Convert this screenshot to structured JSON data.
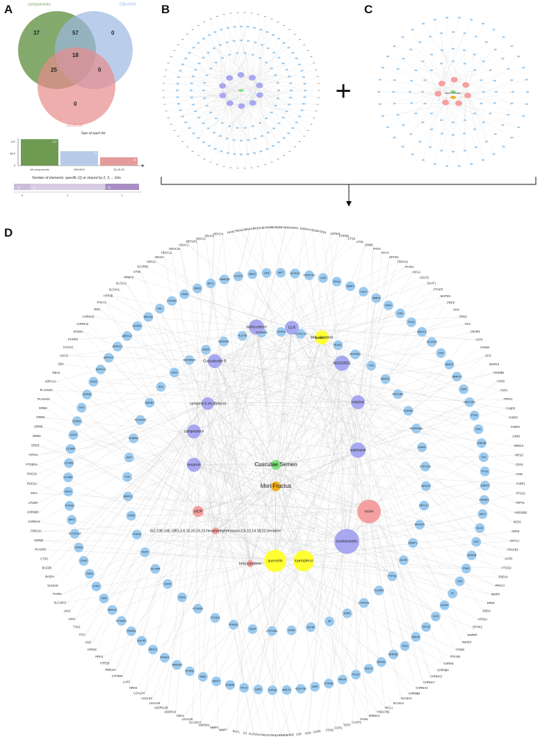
{
  "panels": {
    "a": "A",
    "b": "B",
    "c": "C",
    "d": "D"
  },
  "venn": {
    "set_labels": [
      "components",
      "OB≥30%",
      "DL≥0.18"
    ],
    "colors": [
      "#6e9a52",
      "#9db8e3",
      "#e88b8b"
    ],
    "regions": {
      "components_only": "37",
      "components_ob": "57",
      "ob_only": "0",
      "all": "18",
      "components_dl": "25",
      "ob_dl": "0",
      "dl_only": "0"
    }
  },
  "bar": {
    "title": "Size of each list",
    "yticks": [
      "137",
      "68.5",
      "0"
    ],
    "bars": [
      {
        "label": "All components",
        "value": 137,
        "text": "137",
        "color": "#6e9a52"
      },
      {
        "label": "OB≥30%",
        "value": 75,
        "text": "75",
        "color": "#b7cbe9"
      },
      {
        "label": "DL≥0.18",
        "value": 43,
        "text": "43",
        "color": "#e49b9b"
      }
    ],
    "xlabel": "Number of elements: specific (1) or shared by 2, 3, ... lists",
    "strip": [
      {
        "label": "18",
        "share": 0.13,
        "color": "#cbbcd9"
      },
      {
        "label": "82",
        "share": 0.6,
        "color": "#d8cbe4"
      },
      {
        "label": "37",
        "share": 0.27,
        "color": "#a88ec4"
      }
    ],
    "strip_ticks": [
      "3",
      "2",
      "1"
    ]
  },
  "network_c": {
    "labels": [
      "Mori Fructus"
    ]
  },
  "plus": "+",
  "network_d": {
    "hub_labels": {
      "cuscutae": "Cuscutae Semen",
      "mori": "Mori Fructus"
    },
    "compounds": [
      {
        "name": "isofucosterol",
        "color": "#a8a8f0"
      },
      {
        "name": "CLR",
        "color": "#a8a8f0"
      },
      {
        "name": "beta-sitosterol",
        "color": "#ffff33"
      },
      {
        "name": "Cuscutoside B",
        "color": "#a8a8f0"
      },
      {
        "name": "NSC63551",
        "color": "#a8a8f0"
      },
      {
        "name": "campest-5-en-3beta-ol",
        "color": "#a8a8f0"
      },
      {
        "name": "matrine",
        "color": "#a8a8f0"
      },
      {
        "name": "campesterol",
        "color": "#a8a8f0"
      },
      {
        "name": "sophranol",
        "color": "#a8a8f0"
      },
      {
        "name": "sesamin",
        "color": "#a8a8f0"
      },
      {
        "name": "morin",
        "color": "#f5a0a0"
      },
      {
        "name": "sitDP",
        "color": "#f5a0a0"
      },
      {
        "name": "isorhamnetin",
        "color": "#a8a8f0"
      },
      {
        "name": "(6Z,10E,14E,18E)-2,6,10,15,19,23-hexamethyltetracosa-2,6,10,14,18,22-hexaene",
        "color": "#f5a0a0"
      },
      {
        "name": "beta-carotene",
        "color": "#f5a0a0"
      },
      {
        "name": "quercetin",
        "color": "#ffff33"
      },
      {
        "name": "kaempferol",
        "color": "#ffff33"
      }
    ],
    "inner_targets": [
      "SIGMAR1",
      "RORA",
      "CYP2C19",
      "SREBF2",
      "RORC",
      "AKR1B10",
      "TYR",
      "BACE1",
      "HSD11B1",
      "CHRM2",
      "SERPINA6",
      "SHBG",
      "CYP17A1",
      "NR1H3",
      "NPC1L1",
      "HMGCR",
      "PARP1",
      "ACHE",
      "PTPN1",
      "SLC6A2",
      "CYP51A1",
      "ESR1",
      "AR",
      "BCHE",
      "ESR2",
      "CYP19A1",
      "SQLE",
      "PPARA",
      "PTGES",
      "PTGER2",
      "CES2",
      "OXPD",
      "SLC6A4",
      "TERT",
      "TNKS2",
      "CD36",
      "MMP12",
      "TTR",
      "APP",
      "ESRRA",
      "PLA2G1B",
      "ABCB1",
      "ALK",
      "CA14",
      "ADORA2A",
      "DRD4",
      "ADORA1",
      "ALOX5"
    ],
    "mid_targets": [
      "MET",
      "ALOX12",
      "CSNK2A1",
      "CA9",
      "PKN1",
      "MMP2",
      "CA12",
      "MMP9",
      "CDK1",
      "CA6",
      "PLK1",
      "ABCC1",
      "ALOX15",
      "CA3",
      "MMP3",
      "MMP13",
      "KDR",
      "HSD17B2",
      "PTK2",
      "SRC",
      "GSK3B",
      "CA1",
      "PYGL",
      "DAPK1",
      "PIK3R1",
      "MPO",
      "GLO1",
      "CA7",
      "AURKB",
      "PIM1",
      "CA2",
      "F2",
      "EGFR",
      "FLT3",
      "IGF1R",
      "MAOA",
      "XDH",
      "AKR1B1",
      "AVPR2",
      "NOX4",
      "POLB",
      "NR1I3",
      "PTPN6",
      "AHR",
      "HSD17B1",
      "APEX1",
      "TOP2A",
      "INSR",
      "NYLK",
      "KDM4E",
      "MAPT",
      "MME",
      "PTPN2",
      "SRD5A2",
      "PPARG",
      "NR3C1",
      "DHCR7",
      "PPARD",
      "PTGDR1",
      "NR1H2",
      "VDR",
      "TOP1",
      "TNKS",
      "CDK2",
      "CDK6",
      "SLC22A12",
      "MPG",
      "PTPRS",
      "ARG1",
      "CCNB2",
      "CCNB1",
      "CCNB3",
      "CDK5",
      "CDKN1",
      "SYK",
      "GPR35",
      "CA13",
      "AKR1C4",
      "AKR1C3",
      "AKR1C1",
      "AKR1C2",
      "NUAK1",
      "ABCG2",
      "AXL",
      "CYP1B1",
      "CA5A",
      "NEK6",
      "AKT1",
      "CAMK2B",
      "CXCR1",
      "NEK2",
      "CA4"
    ],
    "outer_targets": [
      "HDAC3",
      "HDAC8",
      "HDAC6",
      "CHRM5",
      "CHRM4",
      "CHRM3",
      "DPP4",
      "DPP8",
      "HTR1D",
      "HTR1B",
      "OPRM1",
      "CHRM1",
      "CTSS",
      "CTSL",
      "GRM5",
      "PAOX",
      "NAAA",
      "EPHX1",
      "TBXAS1",
      "FFAR1",
      "HIF1A",
      "SOAT2",
      "SOAT1",
      "PTAFR",
      "MAPK9",
      "PREP",
      "SHH",
      "DRD2",
      "PLG",
      "CRHR1",
      "ACP1",
      "PTPRF",
      "SCD",
      "MAPK3",
      "HSD3B1",
      "FNTB",
      "FNTA",
      "TRPA1",
      "FABP5",
      "FABP3",
      "FABP4",
      "CNR1",
      "NR5C2",
      "NR1I2",
      "CES1",
      "PGR",
      "FABP1",
      "PTGS1",
      "TRPV1",
      "HSD11B2",
      "NOS2",
      "GRK6",
      "AMY1A",
      "PFKFB3",
      "CFFR",
      "PTGS2",
      "PDE4A",
      "PRKCA",
      "MMP8",
      "DRD1",
      "DRD4",
      "HTR3A",
      "EPHX2",
      "DNPEP",
      "PNPEP",
      "ITGB3",
      "ITGA2B",
      "CHRM1",
      "CHRNB4",
      "CHRNA3",
      "CHRNA7",
      "CHRNA4",
      "CHRNB2",
      "SLC6A3",
      "SLC6A2",
      "MCL1",
      "HSD17B2",
      "SRD5A1",
      "FASN",
      "CASP3",
      "TERT",
      "CCR1",
      "CCN2",
      "CCR5",
      "GCR",
      "CSF",
      "SHBG",
      "CHRNE1",
      "KCNK1",
      "CNR2",
      "SLC5A1",
      "IL2",
      "SCF1",
      "MMP7",
      "MMP1",
      "IMPDH1",
      "SLC29A1",
      "LGALS9",
      "CMA1",
      "ADORA3",
      "ADORA2B",
      "LGALS8",
      "LGALS3",
      "LGALS4",
      "HRH4",
      "LAP3",
      "CYP2D6",
      "PDE11A",
      "HTR2B",
      "HRH1",
      "HTR2C",
      "AGE",
      "PGC",
      "TYK2",
      "JAK2",
      "JAK3",
      "SLC18A3",
      "TAOR1",
      "SLC6A9",
      "BAZ2A",
      "BAZ2B",
      "CTSC",
      "PLA2G5",
      "ADRB2",
      "PDE10A",
      "CHRNA6",
      "CHRNB3",
      "UTS2R",
      "JAK1",
      "ROCK1",
      "ROCK2",
      "PTGER4",
      "HTR1A",
      "DRD3",
      "GRM2",
      "GRM8",
      "GRM6",
      "GRM3",
      "PLA2G10",
      "PLA2G2C",
      "ADRA1A",
      "GBA2",
      "GBA",
      "UGCG",
      "KCNA5",
      "KCNH2",
      "SCN5A",
      "CHRNA2",
      "CHRNA5",
      "REN",
      "FUCA1",
      "HTR3B",
      "SLC4A1",
      "SLC2A2",
      "PRMT3",
      "CTSK",
      "SCARB1",
      "ADH1C",
      "ADH1A",
      "HDAC11",
      "HDAC10",
      "HDAC1",
      "METAP2",
      "HDAC2",
      "HDAC5",
      "HDAC4",
      "HDAC7"
    ]
  }
}
